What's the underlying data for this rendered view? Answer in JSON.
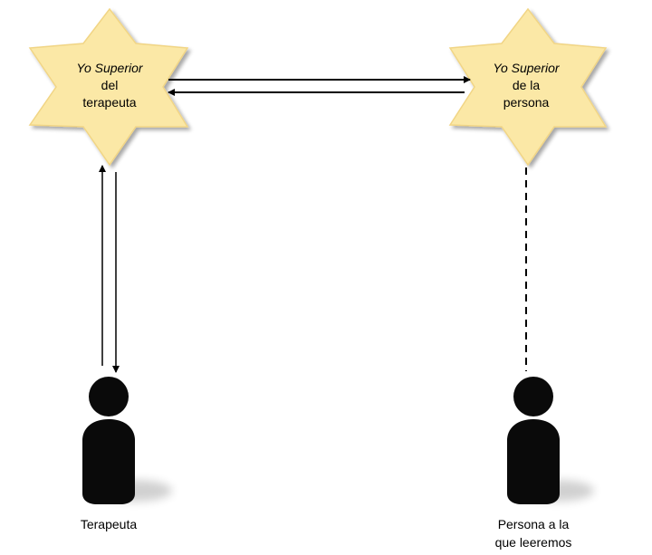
{
  "colors": {
    "star_fill": "#fbe8a6",
    "star_stroke": "#f1d585",
    "person_fill": "#0a0a0a",
    "line": "#000000"
  },
  "stars": [
    {
      "line1": "Yo Superior",
      "line2": "del",
      "line3": "terapeuta"
    },
    {
      "line1": "Yo Superior",
      "line2": "de la",
      "line3": "persona"
    }
  ],
  "people": [
    {
      "line1": "Terapeuta",
      "line2": ""
    },
    {
      "line1": "Persona a la",
      "line2": "que leeremos"
    }
  ],
  "connections": [
    {
      "from": "star-terapeuta",
      "to": "star-persona",
      "style": "solid",
      "arrow": "end"
    },
    {
      "from": "star-persona",
      "to": "star-terapeuta",
      "style": "solid",
      "arrow": "end"
    },
    {
      "from": "terapeuta",
      "to": "star-terapeuta",
      "style": "solid",
      "arrow": "end"
    },
    {
      "from": "star-terapeuta",
      "to": "terapeuta",
      "style": "solid",
      "arrow": "end"
    },
    {
      "from": "star-persona",
      "to": "persona",
      "style": "dashed",
      "arrow": "none"
    }
  ]
}
